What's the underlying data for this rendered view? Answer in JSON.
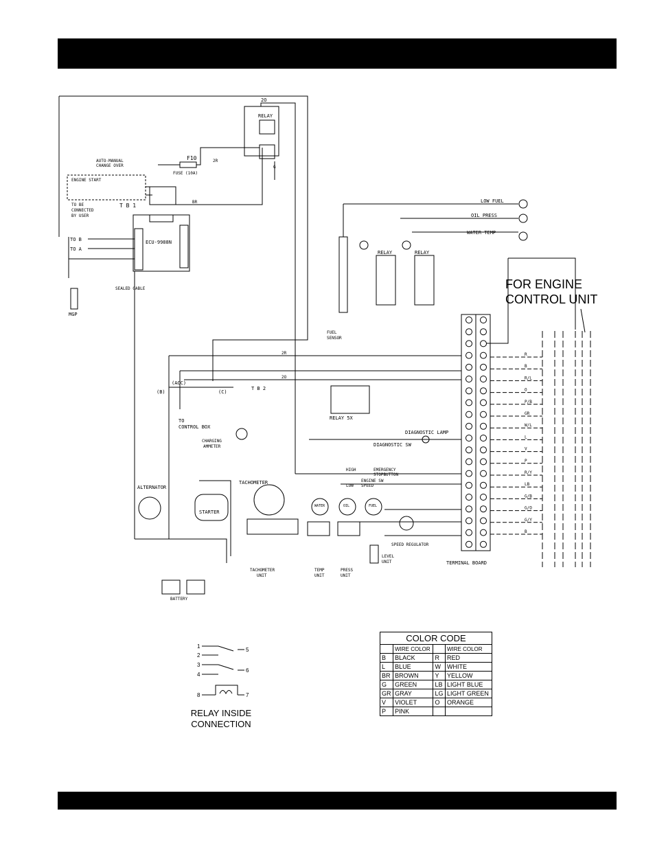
{
  "header": {
    "text": ""
  },
  "footer": {
    "text": ""
  },
  "ecu_caption": {
    "line1": "FOR ENGINE",
    "line2": "CONTROL UNIT"
  },
  "relay_caption": {
    "line1": "RELAY INSIDE",
    "line2": "CONNECTION"
  },
  "color_code": {
    "title": "COLOR CODE",
    "col_header": "WIRE COLOR",
    "rows": [
      {
        "c1": "B",
        "n1": "BLACK",
        "c2": "R",
        "n2": "RED"
      },
      {
        "c1": "L",
        "n1": "BLUE",
        "c2": "W",
        "n2": "WHITE"
      },
      {
        "c1": "BR",
        "n1": "BROWN",
        "c2": "Y",
        "n2": "YELLOW"
      },
      {
        "c1": "G",
        "n1": "GREEN",
        "c2": "LB",
        "n2": "LIGHT BLUE"
      },
      {
        "c1": "GR",
        "n1": "GRAY",
        "c2": "LG",
        "n2": "LIGHT GREEN"
      },
      {
        "c1": "V",
        "n1": "VIOLET",
        "c2": "O",
        "n2": "ORANGE"
      },
      {
        "c1": "P",
        "n1": "PINK",
        "c2": "",
        "n2": ""
      }
    ]
  },
  "labels": {
    "relay_top": "RELAY",
    "fuse": "F10",
    "fuse_rating": "FUSE (10A)",
    "auto_manual": "AUTO-MANUAL",
    "change_over": "CHANGE OVER",
    "engine_start": "ENGINE START",
    "to_be_connected": "TO BE",
    "connected": "CONNECTED",
    "by_user": "BY USER",
    "tb1": "T B 1",
    "ecu": "ECU-9988N",
    "to_b": "TO B",
    "to_a": "TO A",
    "sealed_cable": "SEALED CABLE",
    "mgp": "MGP",
    "low_fuel": "LOW FUEL",
    "oil_press": "OIL PRESS",
    "water_temp": "WATER TEMP",
    "fuel_sensor": "FUEL",
    "fuel_sensor2": "SENSOR",
    "relay_a": "RELAY",
    "relay_b": "RELAY",
    "acc": "(ACC)",
    "b_term": "(B)",
    "c_term": "(C)",
    "tb2": "T B 2",
    "relay_5x": "RELAY 5X",
    "to_control_box": "TO",
    "control_box": "CONTROL BOX",
    "charging_ammeter": "CHARGING",
    "ammeter": "AMMETER",
    "alternator": "ALTERNATOR",
    "starter": "STARTER",
    "tachometer": "TACHOMETER",
    "tachometer_unit": "TACHOMETER",
    "unit": "UNIT",
    "temp_unit": "TEMP",
    "press_unit": "PRESS",
    "level_unit": "LEVEL",
    "battery": "BATTERY",
    "diagnostic_lamp": "DIAGNOSTIC LAMP",
    "diagnostic_sw": "DIAGNOSTIC SW",
    "emergency": "EMERGENCY",
    "stop_button": "STOPBUTTON",
    "engine_sw": "ENGINE SW",
    "speed": "SPEED",
    "high": "HIGH",
    "low": "LOW",
    "speed_regulator": "SPEED REGULATOR",
    "terminal_board": "TERMINAL BOARD",
    "water_temp_gauge": "WATER",
    "oil_press_gauge": "OIL",
    "fuel_gauge": "FUEL",
    "wire_2o": "2O",
    "wire_2r": "2R",
    "wire_br": "BR",
    "wire_r": "R",
    "wire_g": "G",
    "wire_o": "O",
    "wire_y": "Y"
  },
  "terminal_wires": [
    "R",
    "B",
    "R/L",
    "O",
    "P/B",
    "GR",
    "W/L",
    "L",
    "V",
    "P",
    "R/Y",
    "LB",
    "G/B",
    "G/O",
    "G/Y",
    "B"
  ],
  "relay_pins": [
    {
      "label": "1",
      "side": "left"
    },
    {
      "label": "2",
      "side": "left"
    },
    {
      "label": "3",
      "side": "left"
    },
    {
      "label": "4",
      "side": "left"
    },
    {
      "label": "5",
      "side": "right"
    },
    {
      "label": "6",
      "side": "right"
    },
    {
      "label": "8",
      "side": "left"
    },
    {
      "label": "7",
      "side": "right"
    }
  ]
}
